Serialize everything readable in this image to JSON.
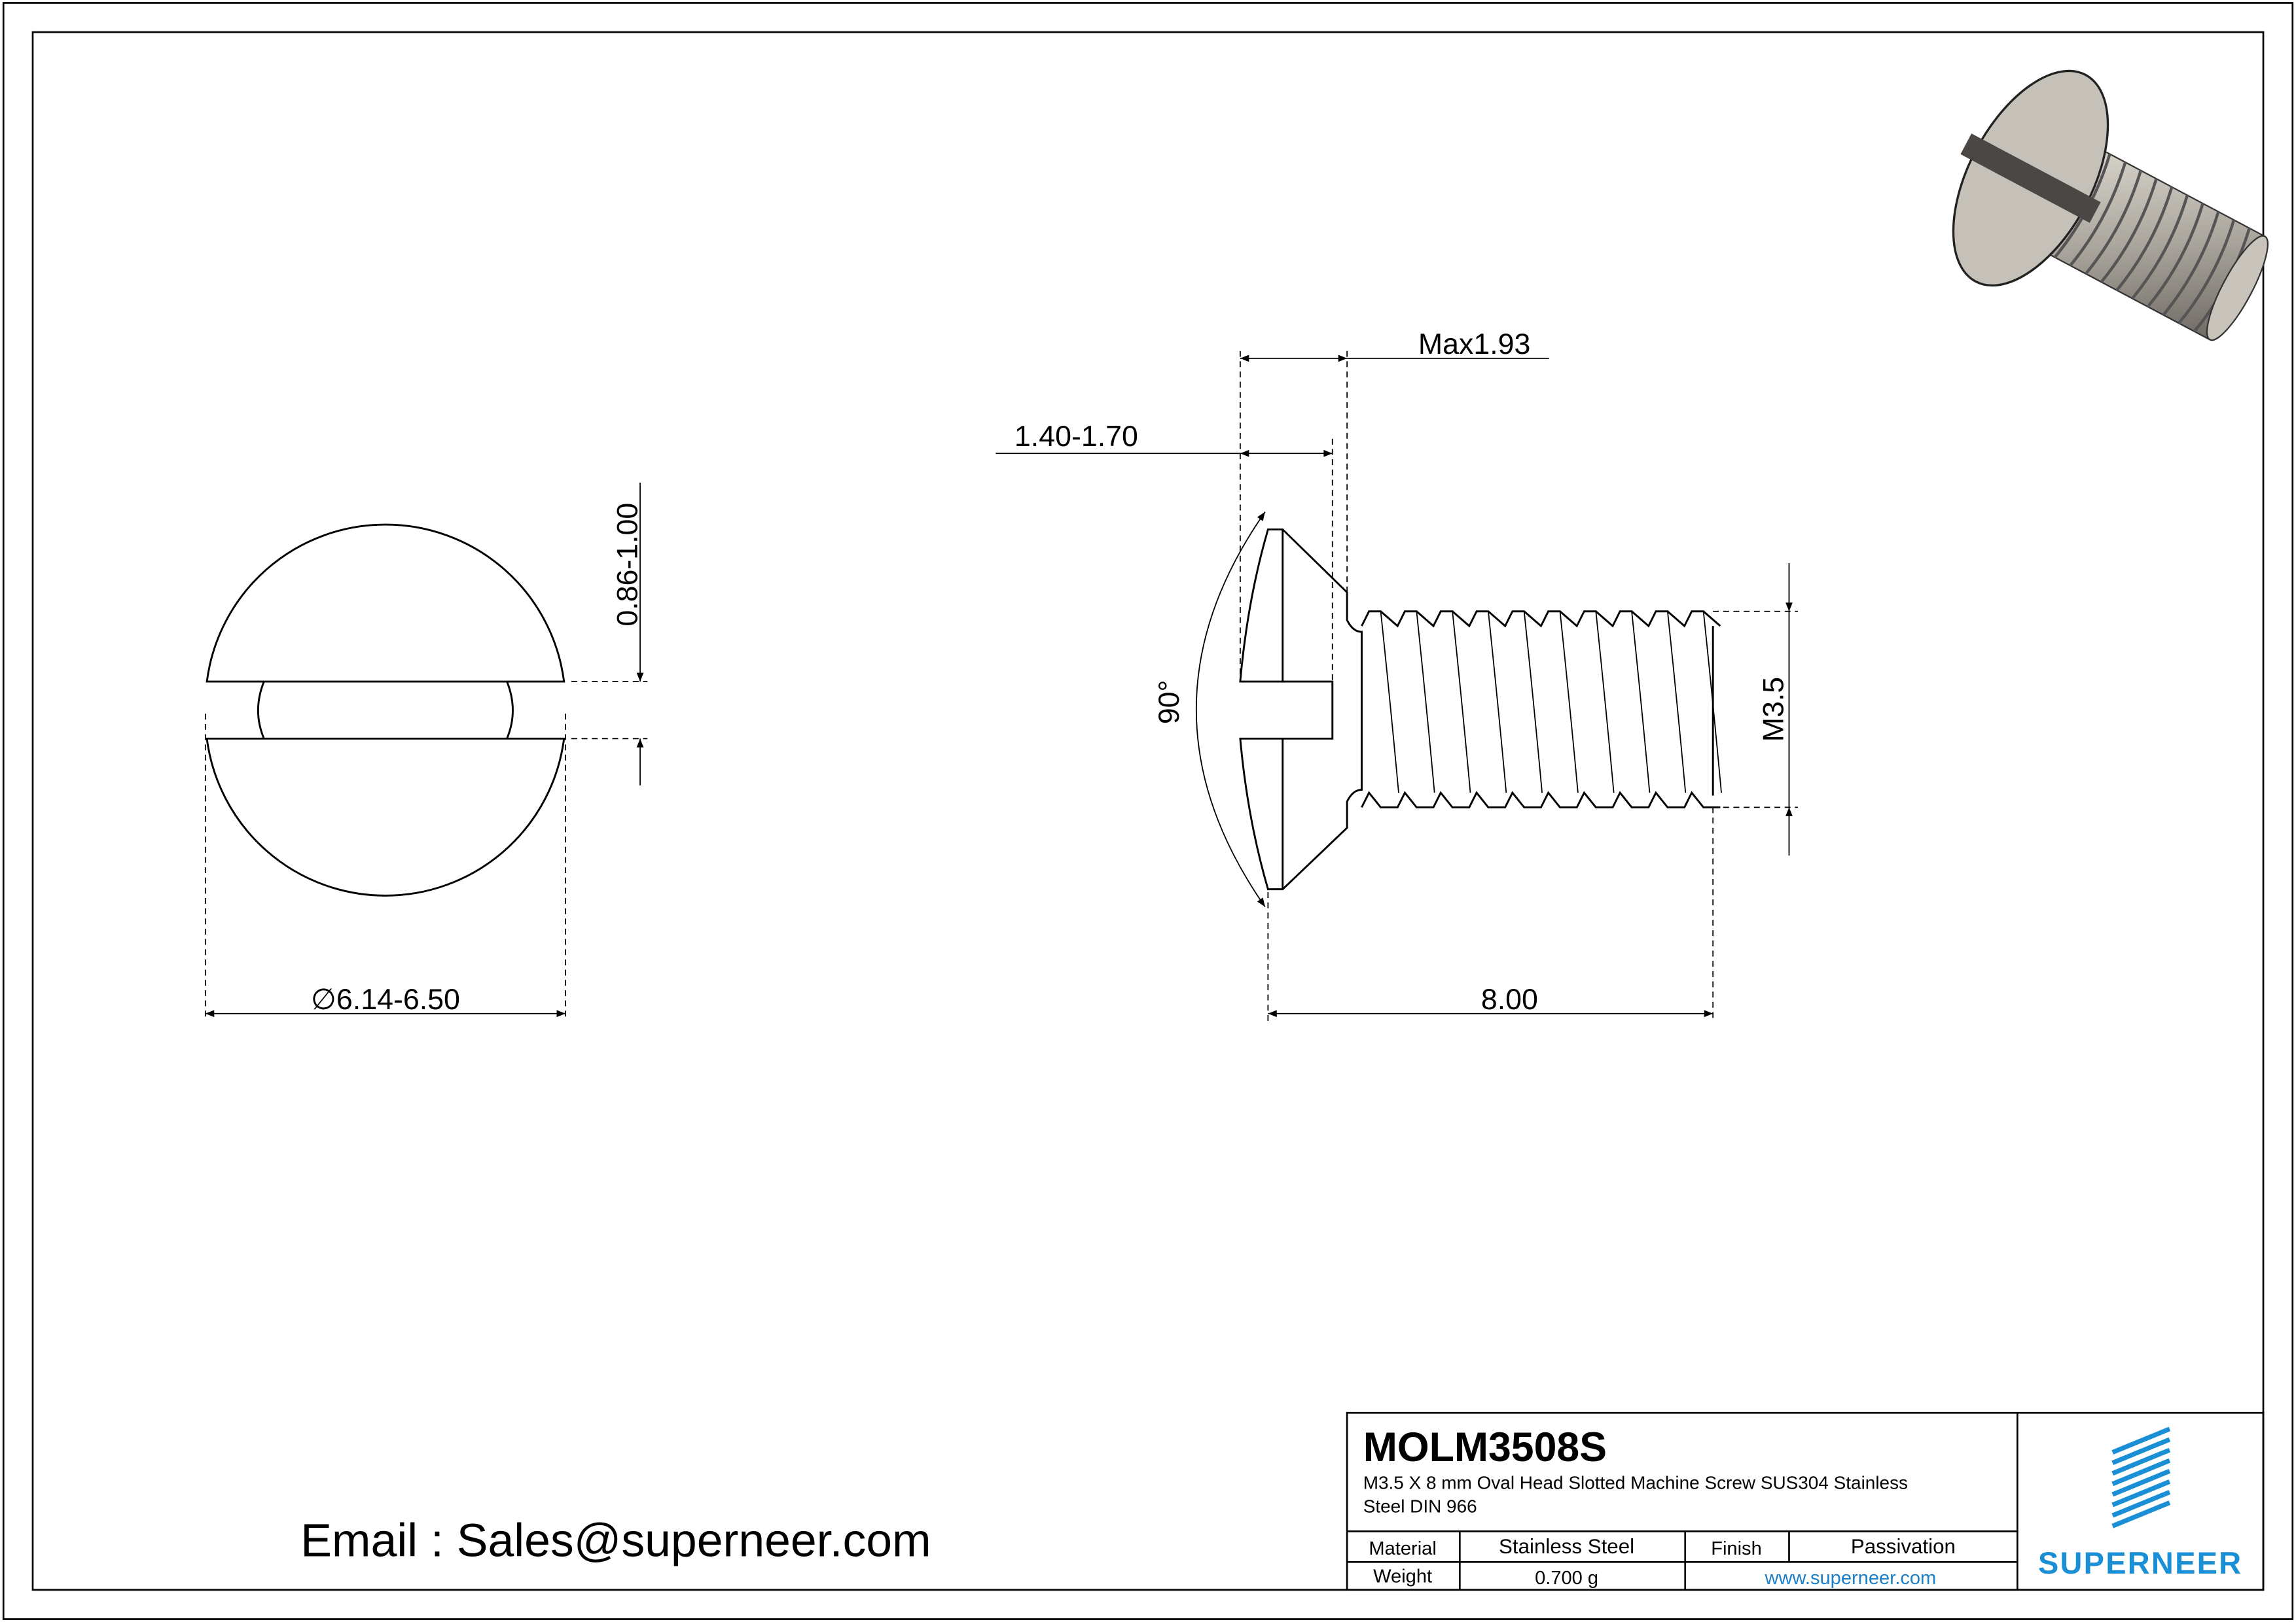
{
  "dimensions": {
    "diameter": "∅6.14-6.50",
    "slot_width": "0.86-1.00",
    "head_height_max": "Max1.93",
    "slot_depth": "1.40-1.70",
    "head_angle": "90°",
    "length": "8.00",
    "thread": "M3.5"
  },
  "contact": {
    "email": "Email : Sales@superneer.com"
  },
  "title_block": {
    "part_number": "MOLM3508S",
    "description_line1": "M3.5 X 8 mm  Oval Head Slotted Machine Screw SUS304 Stainless",
    "description_line2": "Steel DIN 966",
    "material_label": "Material",
    "material_value": "Stainless Steel",
    "finish_label": "Finish",
    "finish_value": "Passivation",
    "weight_label": "Weight",
    "weight_value": "0.700 g",
    "website": "www.superneer.com",
    "brand": "SUPERNEER"
  },
  "colors": {
    "brand": "#1a8fd6",
    "link": "#1a7fc8",
    "line": "#000000"
  }
}
